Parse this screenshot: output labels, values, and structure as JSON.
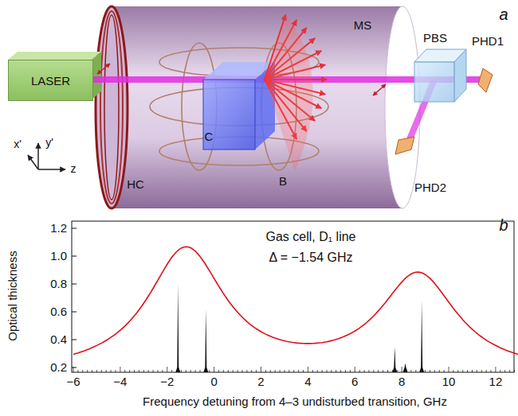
{
  "diagram": {
    "nodes": [
      {
        "text": [
          "LASER"
        ]
      }
    ],
    "labels": [
      "a",
      "MS",
      "PBS",
      "PHD1",
      "HC",
      "C",
      "B",
      "PHD2",
      "x'",
      "y'",
      "z",
      "b",
      "Optical thickness",
      "1.2",
      "1.0",
      "0.8",
      "0.6",
      "0.4",
      "0.2",
      "Gas cell, D₁ line",
      "Δ = −1.54 GHz",
      "−6",
      "−4",
      "−2",
      "0",
      "2",
      "4",
      "6",
      "8",
      "10",
      "12",
      "Frequency detuning from 4–3 undisturbed transition, GHz"
    ]
  }
}
